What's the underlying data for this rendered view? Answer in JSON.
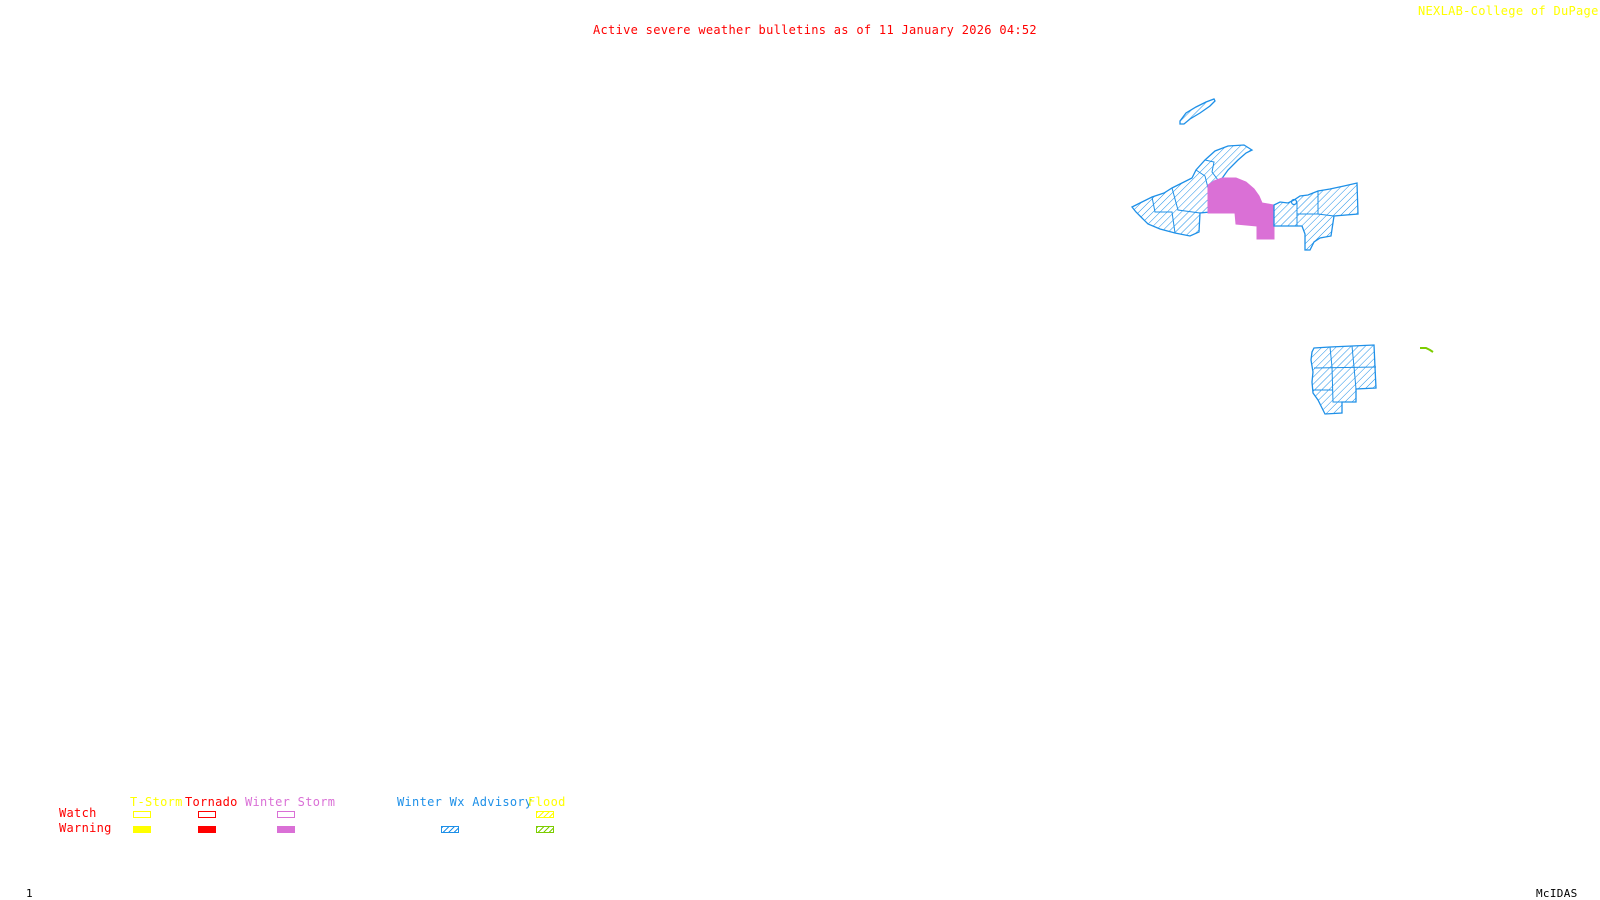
{
  "header": {
    "title": "Active severe weather bulletins as of 11 January 2026 04:52",
    "credit": "NEXLAB-College of DuPage ↖"
  },
  "footer": {
    "frame_number": "1",
    "software_label": "McIDAS"
  },
  "colors": {
    "title": "#ff0000",
    "credit": "#ffff00",
    "tstorm": "#ffff00",
    "tornado": "#ff0000",
    "winter_storm": "#da70d6",
    "winter_wx_advisory": "#1e90e8",
    "flood_watch": "#ffff00",
    "flood_warning": "#7ccd00"
  },
  "legend": {
    "row_labels": {
      "watch": "Watch",
      "warning": "Warning"
    },
    "categories": [
      {
        "name": "T-Storm",
        "watch_style": "outline",
        "warning_style": "solid"
      },
      {
        "name": "Tornado",
        "watch_style": "outline",
        "warning_style": "solid"
      },
      {
        "name": "Winter Storm",
        "watch_style": "outline",
        "warning_style": "solid"
      },
      {
        "name": "Winter Wx Advisory",
        "watch_style": "none",
        "warning_style": "hatched"
      },
      {
        "name": "Flood",
        "watch_style": "hatched",
        "warning_style": "hatched"
      }
    ]
  },
  "map": {
    "active_areas": [
      {
        "region": "Isle Royale",
        "type": "Winter Wx Advisory"
      },
      {
        "region": "Western Upper Peninsula",
        "type": "Winter Wx Advisory"
      },
      {
        "region": "Central Upper Peninsula",
        "type": "Winter Storm Warning"
      },
      {
        "region": "Eastern Upper Peninsula",
        "type": "Winter Wx Advisory"
      },
      {
        "region": "Northern Lower Michigan",
        "type": "Winter Wx Advisory"
      },
      {
        "region": "Small area east of Lake Huron",
        "type": "Flood Warning"
      }
    ]
  }
}
